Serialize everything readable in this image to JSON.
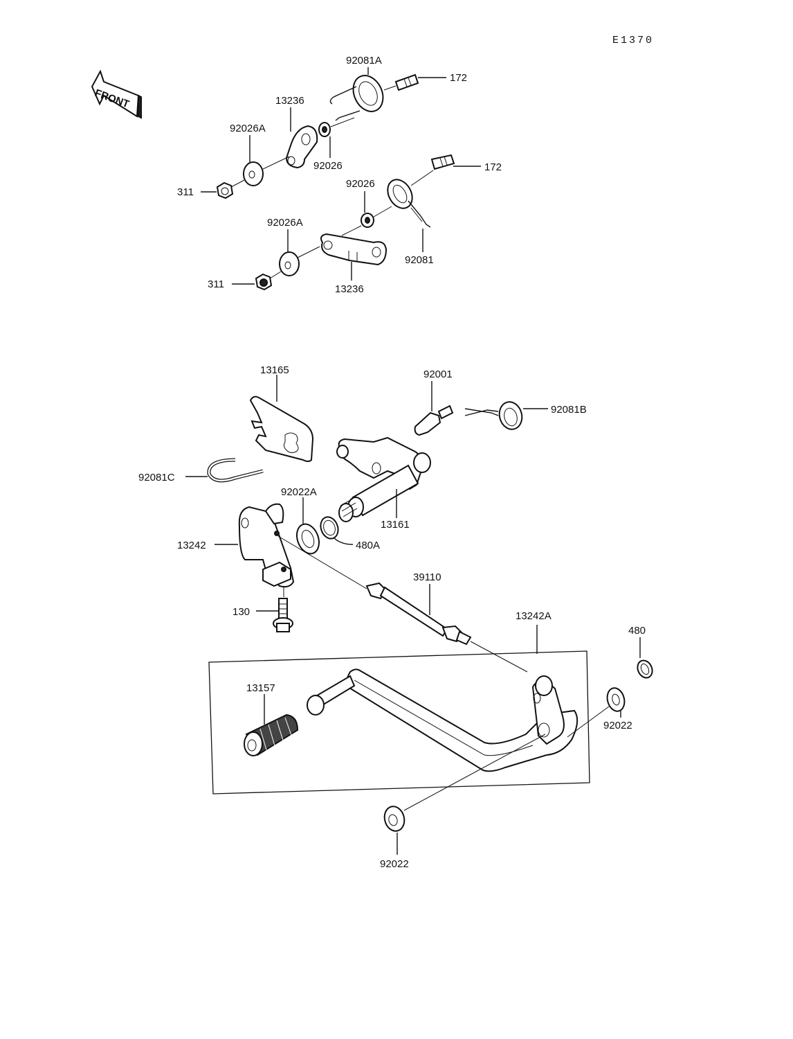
{
  "diagram_code": "E1370",
  "direction_marker": "FRONT",
  "callouts": {
    "c92081A": "92081A",
    "c172a": "172",
    "c13236a": "13236",
    "c92026Aa": "92026A",
    "c92026a": "92026",
    "c311a": "311",
    "c172b": "172",
    "c92026b": "92026",
    "c92026Ab": "92026A",
    "c92081": "92081",
    "c311b": "311",
    "c13236b": "13236",
    "c13165": "13165",
    "c92001": "92001",
    "c92081B": "92081B",
    "c92081C": "92081C",
    "c92022A": "92022A",
    "c13161": "13161",
    "c480A": "480A",
    "c13242": "13242",
    "c39110": "39110",
    "c130": "130",
    "c13242A": "13242A",
    "c480": "480",
    "c13157": "13157",
    "c92022a": "92022",
    "c92022b": "92022"
  }
}
